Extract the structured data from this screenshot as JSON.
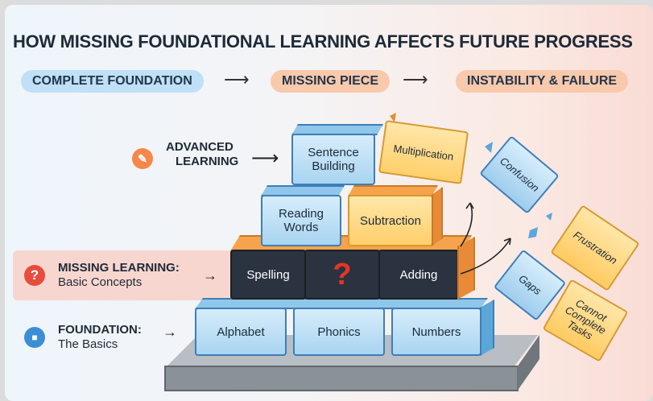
{
  "title": "HOW MISSING FOUNDATIONAL LEARNING AFFECTS FUTURE PROGRESS",
  "flow": {
    "step1": "COMPLETE FOUNDATION",
    "step2": "MISSING PIECE",
    "step3": "INSTABILITY & FAILURE",
    "arrow": "⟶"
  },
  "labels": {
    "advanced_line1": "ADVANCED",
    "advanced_line2": "LEARNING",
    "missing_title": "MISSING LEARNING:",
    "missing_sub": "Basic Concepts",
    "foundation_title": "FOUNDATION:",
    "foundation_sub": "The Basics",
    "missing_icon": "?",
    "arrow": "→"
  },
  "blocks": {
    "row1": [
      "Alphabet",
      "Phonics",
      "Numbers"
    ],
    "row2": [
      "Spelling",
      "?",
      "Adding"
    ],
    "row3": [
      "Reading Words",
      "Subtraction"
    ],
    "row4": [
      "Sentence Building",
      "Multiplication"
    ]
  },
  "falling": {
    "confusion": "Confusion",
    "frustration": "Frustration",
    "gaps": "Gaps",
    "cannot": "Cannot Complete Tasks"
  },
  "icons": {
    "advanced": "pencil-book-icon",
    "missing": "question-icon",
    "foundation": "blocks-icon"
  },
  "colors": {
    "blue_block": "#a9d4f0",
    "orange_block": "#ffcf6b",
    "dark_block": "#2b3340",
    "question_red": "#e53524",
    "advanced_icon": "#f5874a",
    "missing_icon": "#e84c3d",
    "foundation_icon": "#3b8ed6"
  }
}
